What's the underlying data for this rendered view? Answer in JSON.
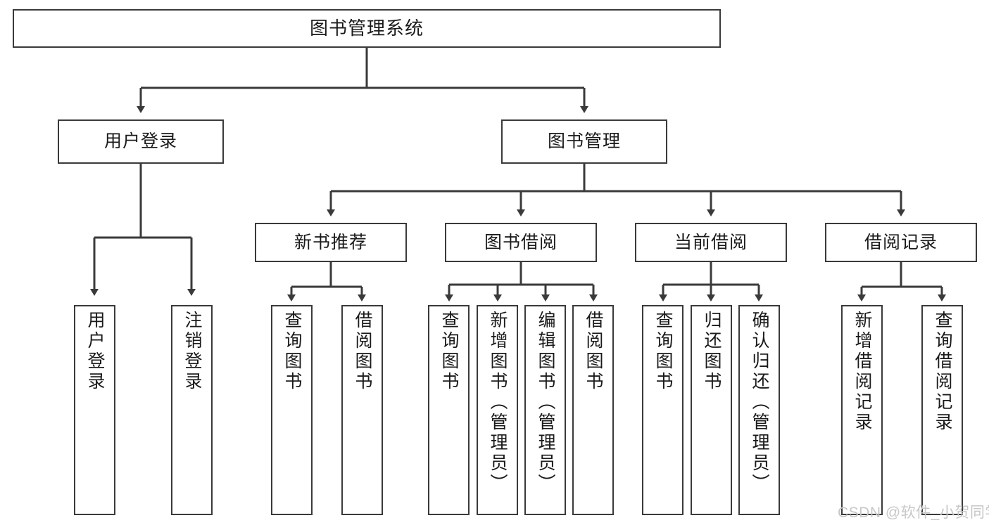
{
  "diagram": {
    "title": "图书管理系统",
    "type": "tree-hierarchy",
    "background_color": "#ffffff",
    "box_border_color": "#3a3a3a",
    "edge_color": "#3a3a3a",
    "text_color": "#1a1a1a"
  },
  "nodes": {
    "root": {
      "label": "图书管理系统",
      "level": 1
    },
    "l2": [
      {
        "label": "用户登录",
        "level": 2
      },
      {
        "label": "图书管理",
        "level": 2
      }
    ],
    "l3": [
      {
        "label": "新书推荐",
        "level": 3
      },
      {
        "label": "图书借阅",
        "level": 3
      },
      {
        "label": "当前借阅",
        "level": 3
      },
      {
        "label": "借阅记录",
        "level": 3
      }
    ],
    "leaves": {
      "user_login": [
        {
          "label": "用户登录"
        },
        {
          "label": "注销登录"
        }
      ],
      "new_book": [
        {
          "label": "查询图书"
        },
        {
          "label": "借阅图书"
        }
      ],
      "book_borrow": [
        {
          "label": "查询图书"
        },
        {
          "label": "新增图书（管理员）"
        },
        {
          "label": "编辑图书（管理员）"
        },
        {
          "label": "借阅图书"
        }
      ],
      "current_borrow": [
        {
          "label": "查询图书"
        },
        {
          "label": "归还图书"
        },
        {
          "label": "确认归还（管理员）"
        }
      ],
      "borrow_record": [
        {
          "label": "新增借阅记录"
        },
        {
          "label": "查询借阅记录"
        }
      ]
    }
  },
  "watermark": {
    "text": "CSDN @软件_小贺同学"
  }
}
